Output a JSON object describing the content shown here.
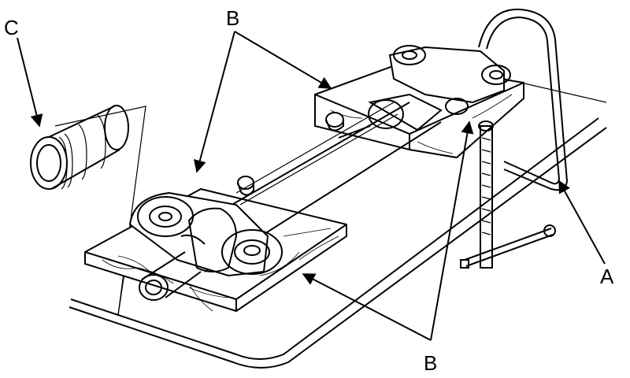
{
  "labels": {
    "a": "A",
    "b_top": "B",
    "b_bottom": "B",
    "c": "C"
  },
  "colors": {
    "line": "#000000",
    "background": "#ffffff"
  }
}
